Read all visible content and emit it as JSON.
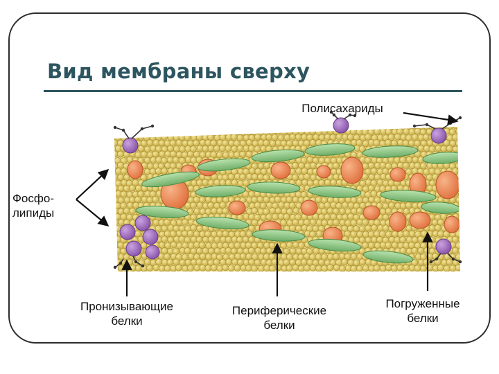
{
  "title": "Вид мембраны сверху",
  "labels": {
    "polysaccharides": "Полисахариды",
    "phospholipids": "Фосфо-\nлипиды",
    "integral": "Пронизывающие\nбелки",
    "peripheral": "Периферические\nбелки",
    "embedded": "Погруженные\nбелки"
  },
  "colors": {
    "title": "#2d5560",
    "lipid": "#e3cf6a",
    "protein_orange": "#f0935a",
    "protein_green": "#8fcd85",
    "protein_purple": "#a978c6",
    "arrow": "#111111"
  }
}
